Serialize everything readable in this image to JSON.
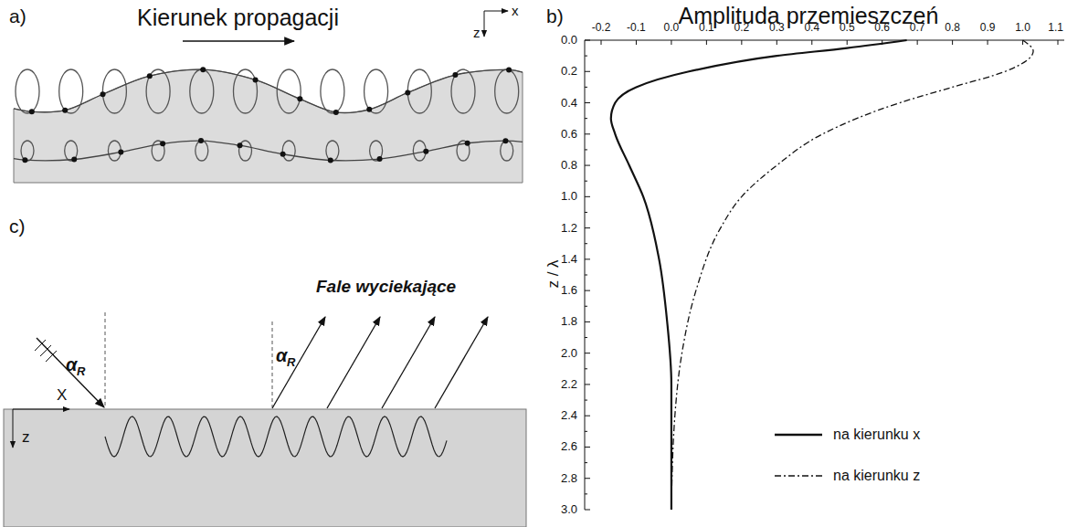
{
  "diagram": {
    "labels": [
      "a)",
      "Kierunek propagacji",
      "x",
      "z",
      "b)",
      "Amplituda przemieszczeń",
      "-0.2",
      "-0.1",
      "0.0",
      "0.1",
      "0.2",
      "0.3",
      "0.4",
      "0.5",
      "0.6",
      "0.7",
      "0.8",
      "0.9",
      "1.0",
      "1.1",
      "0.0",
      "0.2",
      "0.4",
      "0.6",
      "0.8",
      "1.0",
      "1.2",
      "1.4",
      "1.6",
      "1.8",
      "2.0",
      "2.2",
      "2.4",
      "2.6",
      "2.8",
      "3.0",
      "z / λ",
      "c)",
      "α",
      "R",
      "α",
      "R",
      "Fale wyciekające",
      "X",
      "z"
    ],
    "legend": [
      {
        "text": "na kierunku x"
      },
      {
        "text": "na kierunku z"
      }
    ]
  }
}
